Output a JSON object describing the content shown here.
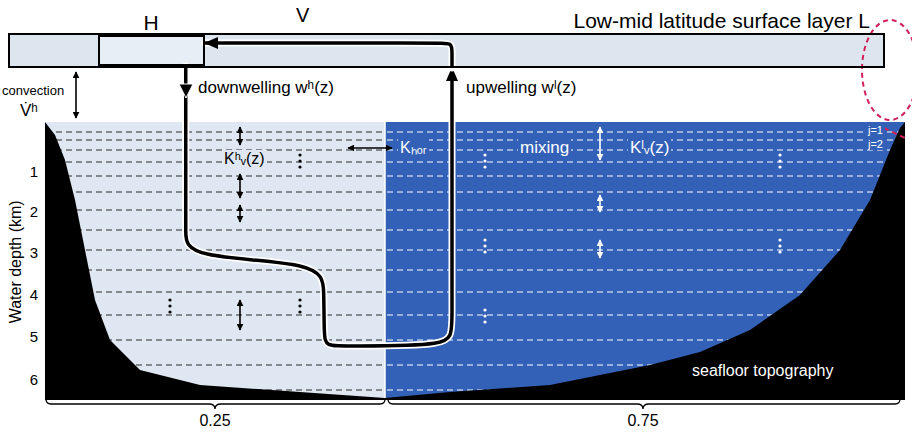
{
  "diagram": {
    "nodes": [
      {
        "text": [
          "Low-mid latitude surface layer L"
        ]
      },
      {
        "text": [
          "H"
        ],
        "in": 0
      }
    ],
    "edges": [
      {
        "from": 1,
        "to": 0,
        "arrow": "to"
      },
      {
        "from": 0,
        "to": 1,
        "arrow": "to"
      }
    ],
    "labels": [
      "V",
      "convection",
      "V̇ʰ",
      "downwelling wʰ(z)",
      "upwelling wˡ(z)",
      "Kʰᵥ(z)",
      "Kₕₒᵣ",
      "mixing",
      "Kˡᵥ(z)",
      "j=1",
      "j=2",
      "Water depth (km)",
      "1",
      "2",
      "3",
      "4",
      "5",
      "6",
      "seafloor topography",
      "0.25",
      "0.75"
    ]
  }
}
